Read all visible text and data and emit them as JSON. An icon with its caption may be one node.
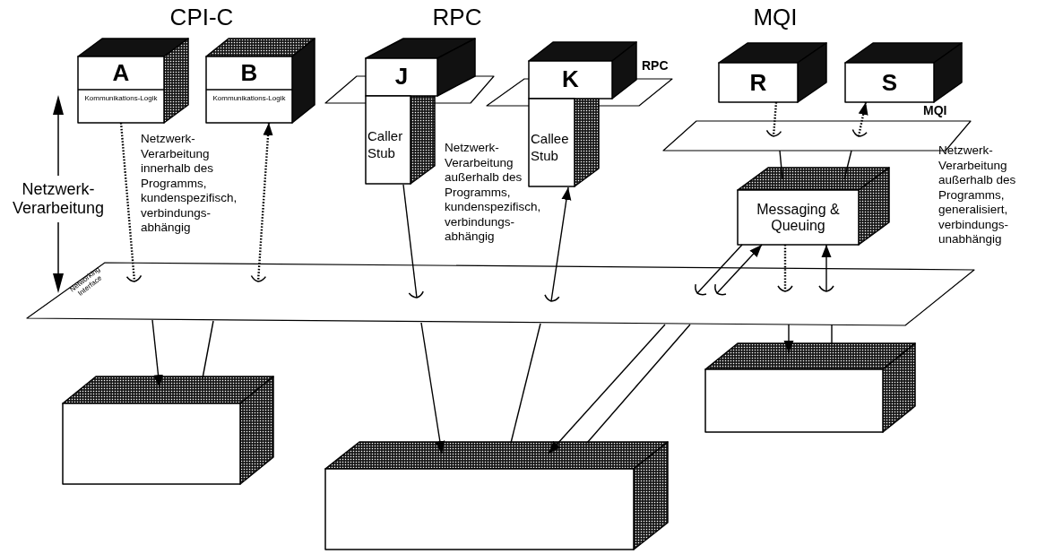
{
  "diagram": {
    "nodes": [
      {
        "text": [
          "A",
          "Kommunikations-Logik"
        ]
      },
      {
        "text": [
          "B",
          "Kommunikations-Logik"
        ]
      },
      {
        "text": [],
        "shape": "parallelogram"
      },
      {
        "text": [
          "J",
          "Caller Stub"
        ]
      },
      {
        "text": [
          "RPC"
        ]
      },
      {
        "text": [
          "K",
          "Callee Stub"
        ]
      },
      {
        "text": [
          "R"
        ]
      },
      {
        "text": [
          "S"
        ]
      },
      {
        "text": [
          "MQI"
        ]
      },
      {
        "text": [
          "Messaging & Queuing"
        ]
      },
      {
        "text": [
          "Networking Interface"
        ]
      },
      {
        "text": [],
        "shape": "box"
      },
      {
        "text": [],
        "shape": "box"
      },
      {
        "text": [],
        "shape": "box"
      }
    ],
    "edges": [
      {
        "from": 0,
        "to": 10,
        "arrow": "to",
        "style": "dashed"
      },
      {
        "from": 1,
        "to": 10,
        "arrow": "both",
        "style": "dashed"
      },
      {
        "from": 3,
        "to": 10,
        "arrow": "to"
      },
      {
        "from": 5,
        "to": 10,
        "arrow": "both"
      },
      {
        "from": 6,
        "to": 8,
        "arrow": "to",
        "style": "dashed"
      },
      {
        "from": 7,
        "to": 8,
        "arrow": "both",
        "style": "dashed"
      },
      {
        "from": 8,
        "to": 9,
        "arrow": "none"
      },
      {
        "from": 8,
        "to": 9,
        "arrow": "none"
      },
      {
        "from": 9,
        "to": 10,
        "arrow": "to"
      },
      {
        "from": 9,
        "to": 10,
        "arrow": "both"
      },
      {
        "from": 9,
        "to": 10,
        "arrow": "to",
        "style": "dashed"
      },
      {
        "from": 9,
        "to": 10,
        "arrow": "both"
      },
      {
        "from": 10,
        "to": 11,
        "arrow": "to"
      },
      {
        "from": 10,
        "to": 11,
        "arrow": "none"
      },
      {
        "from": 10,
        "to": 12,
        "arrow": "to"
      },
      {
        "from": 10,
        "to": 12,
        "arrow": "none"
      },
      {
        "from": 10,
        "to": 12,
        "arrow": "to"
      },
      {
        "from": 10,
        "to": 12,
        "arrow": "none"
      },
      {
        "from": 10,
        "to": 13,
        "arrow": "to"
      },
      {
        "from": 10,
        "to": 13,
        "arrow": "none"
      }
    ],
    "labels": [
      "CPI-C",
      "RPC",
      "MQI",
      "Netzwerk-Verarbeitung",
      "Netzwerk-Verarbeitung innerhalb des Programms, kundenspezifisch, verbindungs- abhängig",
      "Netzwerk-Verarbeitung außerhalb des Programms, kundenspezifisch, verbindungs- abhängig",
      "Netzwerk-Verarbeitung außerhalb des Programms, generalisiert, verbindungs- unabhängig"
    ]
  }
}
